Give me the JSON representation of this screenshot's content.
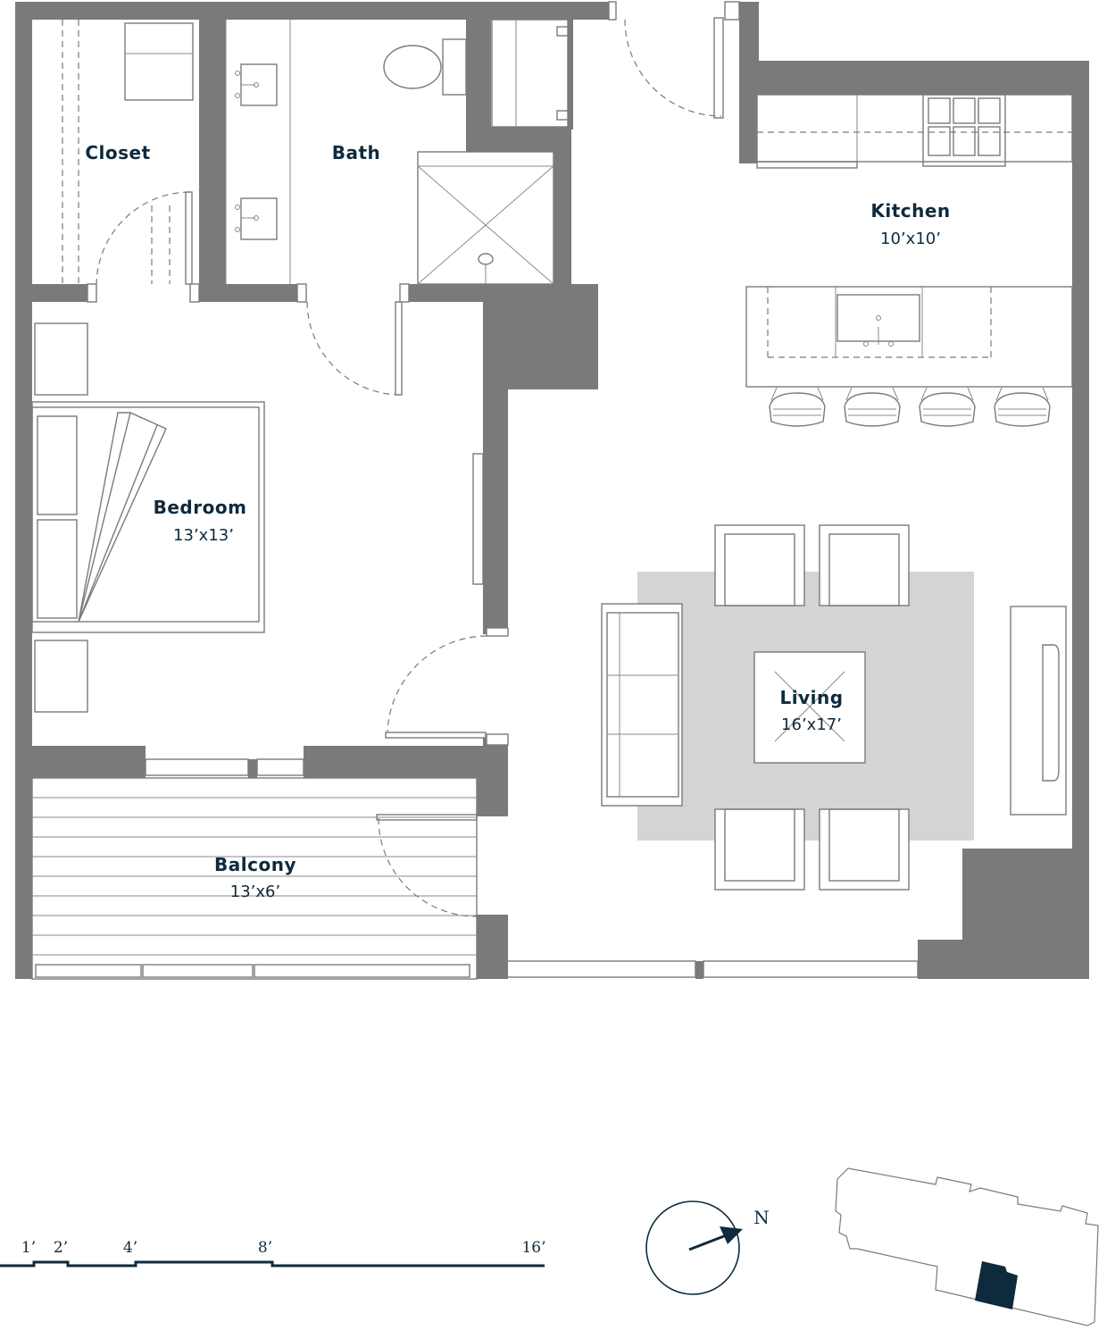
{
  "rooms": {
    "closet": {
      "name": "Closet"
    },
    "bath": {
      "name": "Bath"
    },
    "kitchen": {
      "name": "Kitchen",
      "dims": "10’x10’"
    },
    "bedroom": {
      "name": "Bedroom",
      "dims": "13’x13’"
    },
    "living": {
      "name": "Living",
      "dims": "16’x17’"
    },
    "balcony": {
      "name": "Balcony",
      "dims": "13’x6’"
    }
  },
  "scale_bar": {
    "labels": [
      "1’",
      "2’",
      "4’",
      "8’",
      "16’"
    ]
  },
  "compass": {
    "label": "N"
  },
  "colors": {
    "wall": "#7a7a7a",
    "text": "#0e2a3d",
    "rug": "#d4d4d4",
    "unit_marker": "#0e2a3d"
  }
}
